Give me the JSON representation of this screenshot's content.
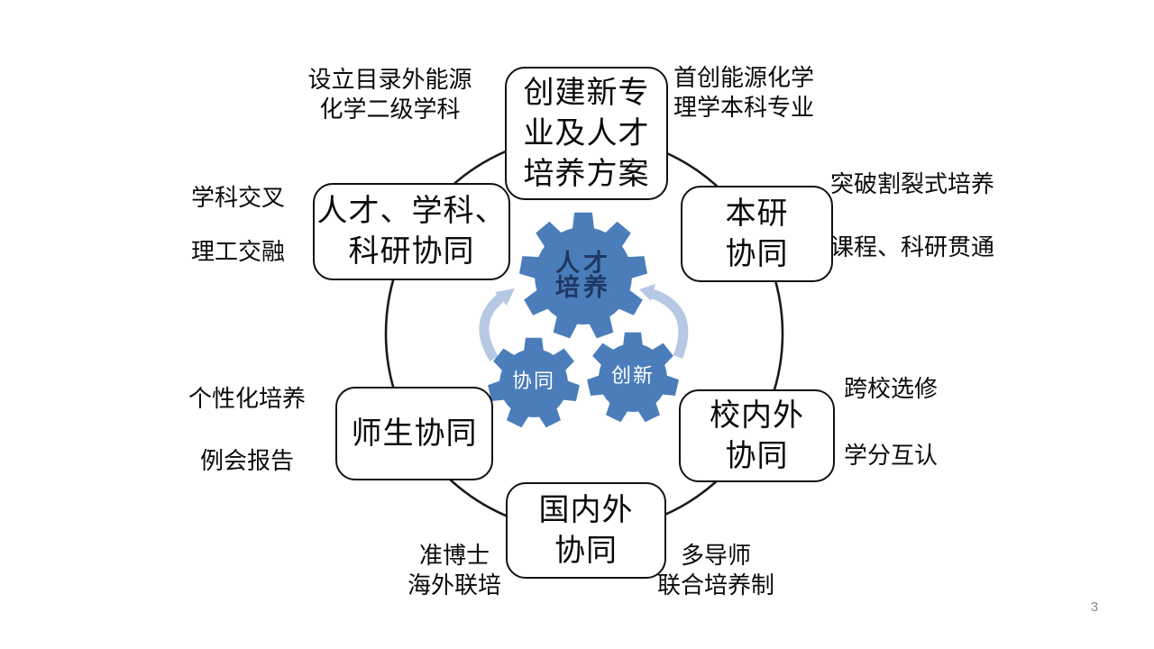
{
  "page": {
    "number": "3"
  },
  "colors": {
    "gear_fill": "#4b7dba",
    "gear_text_dark": "#1f3864",
    "gear_text_light": "#ffffff",
    "arrow_fill": "#b6c8e4",
    "circle_stroke": "#1a1a1a"
  },
  "center": {
    "main_gear_label": "人才\n培养",
    "left_gear_label": "协同",
    "right_gear_label": "创新"
  },
  "boxes": [
    {
      "id": "top",
      "label": "创建新专\n业及人才\n培养方案"
    },
    {
      "id": "left-top",
      "label": "人才、学科、\n科研协同"
    },
    {
      "id": "right-top",
      "label": "本研\n协同"
    },
    {
      "id": "left-bottom",
      "label": "师生协同"
    },
    {
      "id": "right-bottom",
      "label": "校内外\n协同"
    },
    {
      "id": "bottom",
      "label": "国内外\n协同"
    }
  ],
  "annotations": [
    {
      "id": "top-left",
      "label": "设立目录外能源\n化学二级学科"
    },
    {
      "id": "top-right",
      "label": "首创能源化学\n理学本科专业"
    },
    {
      "id": "right-1",
      "label": "突破割裂式培养"
    },
    {
      "id": "right-2",
      "label": "课程、科研贯通"
    },
    {
      "id": "right-3",
      "label": "跨校选修"
    },
    {
      "id": "right-4",
      "label": "学分互认"
    },
    {
      "id": "left-1",
      "label": "学科交叉"
    },
    {
      "id": "left-2",
      "label": "理工交融"
    },
    {
      "id": "left-3",
      "label": "个性化培养"
    },
    {
      "id": "left-4",
      "label": "例会报告"
    },
    {
      "id": "bottom-left",
      "label": "准博士\n海外联培"
    },
    {
      "id": "bottom-right",
      "label": "多导师\n联合培养制"
    }
  ]
}
